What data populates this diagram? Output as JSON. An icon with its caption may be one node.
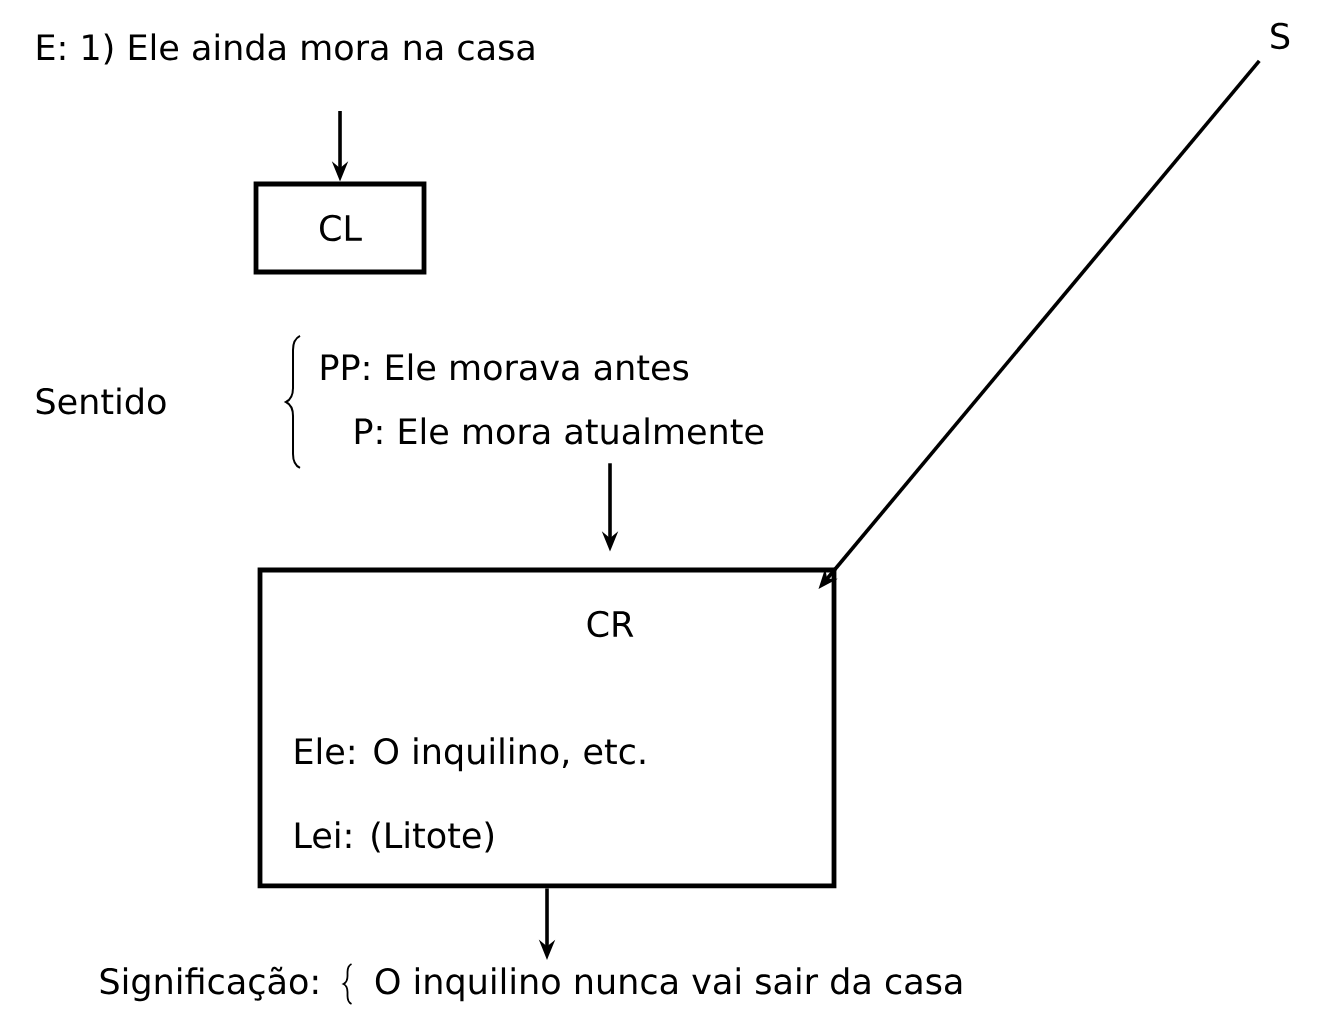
{
  "diagram": {
    "nodes": [
      {
        "text": [
          "E: 1) Ele ainda mora na casa"
        ]
      },
      {
        "text": [
          "CL"
        ]
      },
      {
        "text": [
          "Sentido",
          "PP: Ele morava antes",
          "P: Ele mora atualmente"
        ]
      },
      {
        "text": [
          "CR",
          "Ele: O inquilino, etc.",
          "Lei: (Litote)"
        ]
      },
      {
        "text": [
          "S"
        ]
      },
      {
        "text": [
          "Significação:",
          "O inquilino nunca vai sair da casa"
        ]
      }
    ],
    "edges": [
      {
        "from": 0,
        "to": 1,
        "arrow": "to"
      },
      {
        "from": 2,
        "to": 3,
        "arrow": "to"
      },
      {
        "from": 4,
        "to": 3,
        "arrow": "to"
      },
      {
        "from": 3,
        "to": 5,
        "arrow": "to"
      }
    ]
  }
}
